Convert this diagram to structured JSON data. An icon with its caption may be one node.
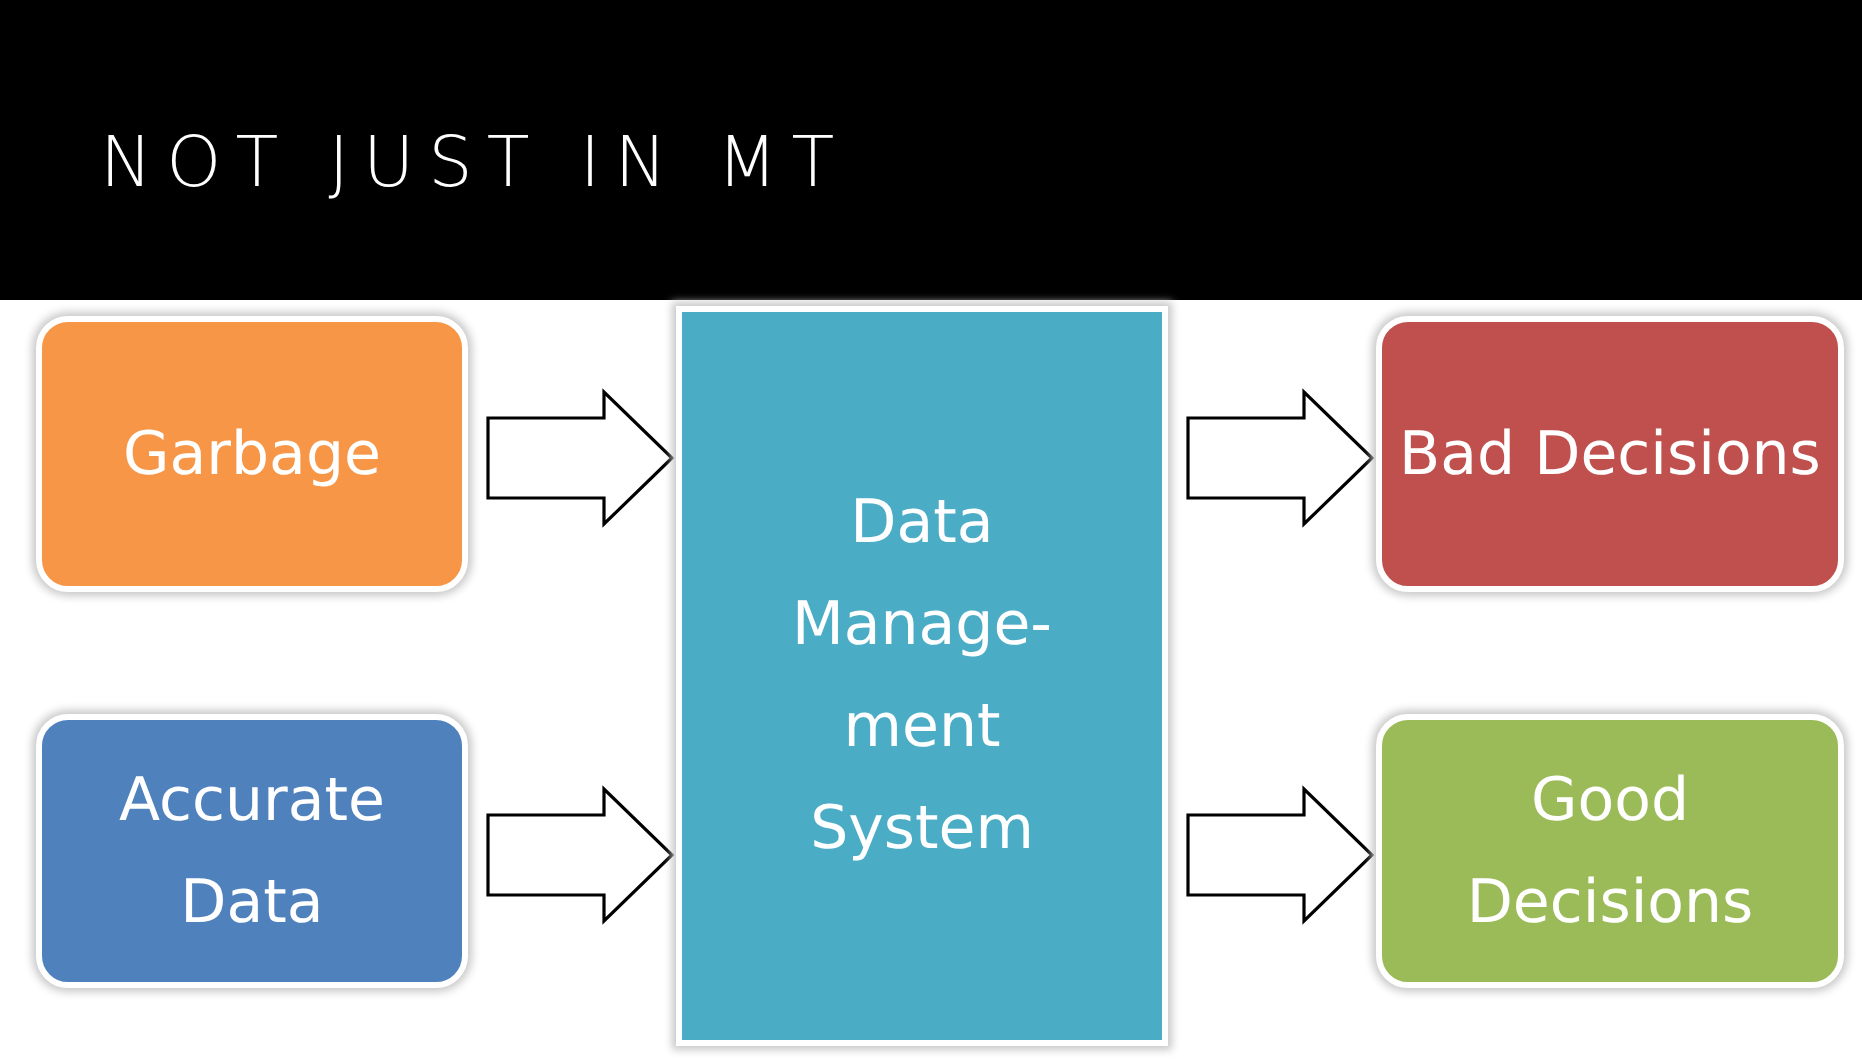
{
  "diagram": {
    "title": "NOT JUST IN MT",
    "nodes": [
      {
        "text": [
          "Garbage"
        ]
      },
      {
        "text": [
          "Accurate Data"
        ]
      },
      {
        "text": [
          "Data Manage- ment System"
        ]
      },
      {
        "text": [
          "Bad Decisions"
        ]
      },
      {
        "text": [
          "Good Decisions"
        ]
      }
    ],
    "edges": [
      {
        "from": 0,
        "to": 2,
        "arrow": "to"
      },
      {
        "from": 1,
        "to": 2,
        "arrow": "to"
      },
      {
        "from": 2,
        "to": 3,
        "arrow": "to"
      },
      {
        "from": 2,
        "to": 4,
        "arrow": "to"
      }
    ]
  }
}
